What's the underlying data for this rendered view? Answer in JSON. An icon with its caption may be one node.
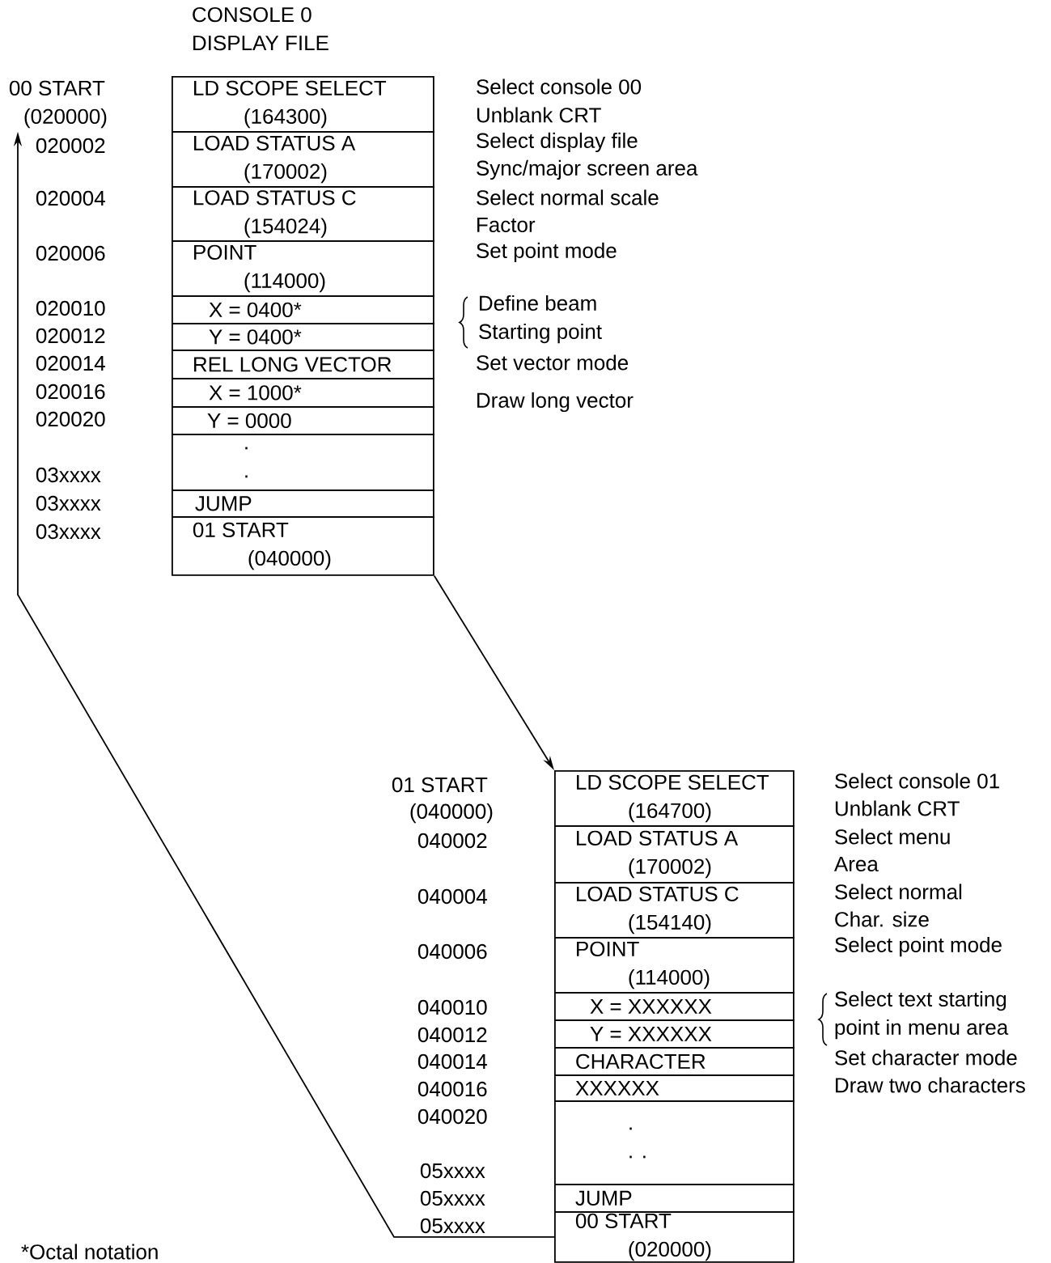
{
  "diagram": {
    "nodes": [
      {
        "text": [
          "00 START (020000)"
        ]
      },
      {
        "text": [
          "LD SCOPE SELECT (164300)"
        ]
      },
      {
        "text": [
          "LOAD STATUS A (170002)"
        ]
      },
      {
        "text": [
          "LOAD STATUS C (154024)"
        ]
      },
      {
        "text": [
          "POINT (114000)"
        ]
      },
      {
        "text": [
          "X = 0400*"
        ]
      },
      {
        "text": [
          "Y = 0400*"
        ]
      },
      {
        "text": [
          "REL LONG VECTOR"
        ]
      },
      {
        "text": [
          "X = 1000*"
        ]
      },
      {
        "text": [
          "Y = 0000"
        ]
      },
      {
        "text": [
          ". ."
        ]
      },
      {
        "text": [
          "JUMP"
        ]
      },
      {
        "text": [
          "01 START (040000)"
        ]
      },
      {
        "text": [
          "LD SCOPE SELECT (164700)"
        ]
      },
      {
        "text": [
          "LOAD STATUS A (170002)"
        ]
      },
      {
        "text": [
          "LOAD STATUS C (154140)"
        ]
      },
      {
        "text": [
          "POINT (114000)"
        ]
      },
      {
        "text": [
          "X = XXXXXX"
        ]
      },
      {
        "text": [
          "Y = XXXXXX"
        ]
      },
      {
        "text": [
          "CHARACTER"
        ]
      },
      {
        "text": [
          "XXXXXX"
        ]
      },
      {
        "text": [
          ". . ."
        ]
      },
      {
        "text": [
          "JUMP"
        ]
      },
      {
        "text": [
          "00 START (020000)"
        ]
      }
    ],
    "edges": [
      {
        "from": 12,
        "to": 13,
        "arrow": "to"
      },
      {
        "from": 23,
        "to": 0,
        "arrow": "to"
      }
    ],
    "labels": [
      "CONSOLE 0 DISPLAY FILE",
      "Select console 00",
      "Unblank CRT",
      "020002",
      "Select display file",
      "Sync/major screen area",
      "020004",
      "Select normal scale",
      "Factor",
      "020006",
      "Set point mode",
      "020010",
      "Define beam Starting point",
      "020012",
      "020014",
      "Set vector mode",
      "020016",
      "Draw long vector",
      "020020",
      "03xxxx",
      "03xxxx",
      "03xxxx",
      "01 START",
      "Select console 01",
      "(040000)",
      "Unblank CRT",
      "040002",
      "Select menu",
      "Area",
      "040004",
      "Select normal",
      "Char. size",
      "040006",
      "Select point mode",
      "040010",
      "Select text starting point in menu area",
      "040012",
      "040014",
      "Set character mode",
      "040016",
      "Draw two characters",
      "040020",
      "05xxxx",
      "05xxxx",
      "05xxxx",
      "*Octal notation"
    ]
  }
}
